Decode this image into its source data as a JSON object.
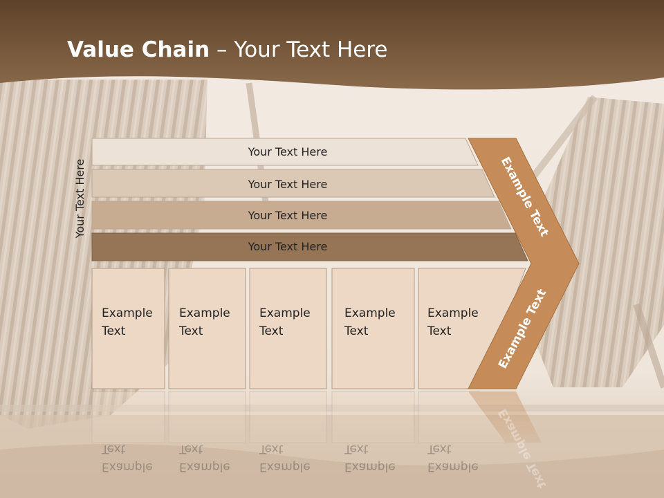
{
  "slide": {
    "title_bold": "Value Chain",
    "title_rest": " – Your Text Here"
  },
  "diagram": {
    "side_label": "Your Text Here",
    "rows": [
      {
        "text": "Your Text Here",
        "color": "#ede2d8"
      },
      {
        "text": "Your Text Here",
        "color": "#dbc8b5"
      },
      {
        "text": "Your Text Here",
        "color": "#c7ac91"
      },
      {
        "text": "Your Text Here",
        "color": "#957555"
      }
    ],
    "columns": [
      {
        "line1": "Example",
        "line2": "Text"
      },
      {
        "line1": "Example",
        "line2": "Text"
      },
      {
        "line1": "Example",
        "line2": "Text"
      },
      {
        "line1": "Example",
        "line2": "Text"
      },
      {
        "line1": "Example",
        "line2": "Text"
      }
    ],
    "column_color": "#ecd8c4",
    "arrow_color": "#c58b58",
    "arrow_label_top": "Example Text",
    "arrow_label_bottom": "Example Text"
  },
  "colors": {
    "title_band": "#6e4f34",
    "text": "#222222",
    "title_text": "#ffffff"
  }
}
